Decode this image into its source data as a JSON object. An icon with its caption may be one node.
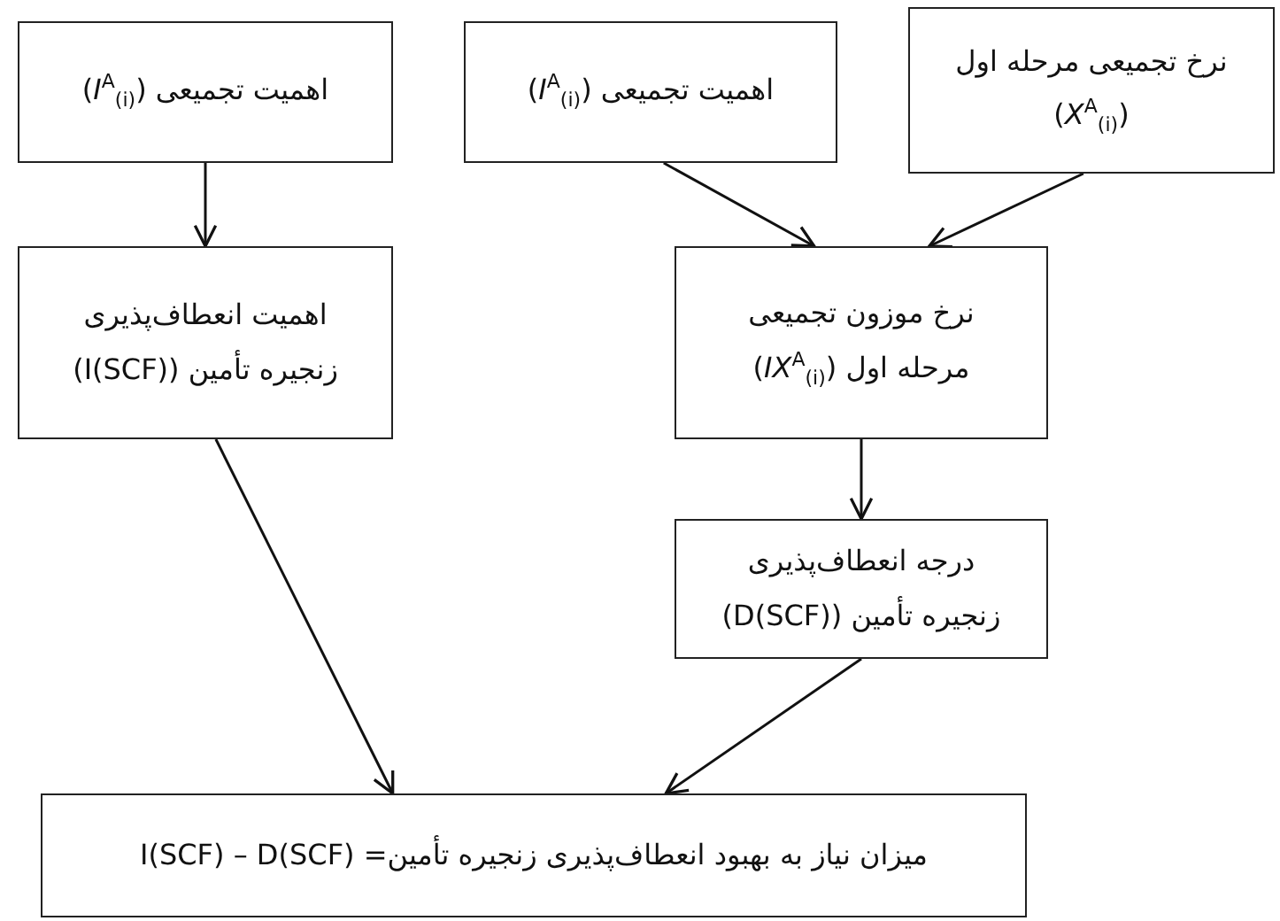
{
  "diagram": {
    "nodes": [
      {
        "text": [
          "اهمیت تجمیعی (*I*$^{A}$$_{(i)}$)"
        ]
      },
      {
        "text": [
          "اهمیت تجمیعی (*I*$^{A}$$_{(i)}$)"
        ]
      },
      {
        "text": [
          "نرخ تجمیعی مرحله اول (*X*$^{A}$$_{(i)}$)"
        ]
      },
      {
        "text": [
          "اهمیت انعطاف‌پذیری زنجیره تأمین (I(SCF))"
        ]
      },
      {
        "text": [
          "نرخ موزون تجمیعی مرحله اول (*IX*$^{A}$$_{(i)}$)"
        ]
      },
      {
        "text": [
          "درجه انعطاف‌پذیری زنجیره تأمین (D(SCF))"
        ]
      },
      {
        "text": [
          "میزان نیاز به بهبود انعطاف‌پذیری زنجیره تأمین= I(SCF) – D(SCF)"
        ]
      }
    ],
    "edges": [
      {
        "from": 0,
        "to": 3,
        "arrow": "to"
      },
      {
        "from": 1,
        "to": 4,
        "arrow": "to"
      },
      {
        "from": 2,
        "to": 4,
        "arrow": "to"
      },
      {
        "from": 4,
        "to": 5,
        "arrow": "to"
      },
      {
        "from": 3,
        "to": 6,
        "arrow": "to"
      },
      {
        "from": 5,
        "to": 6,
        "arrow": "to"
      }
    ]
  }
}
